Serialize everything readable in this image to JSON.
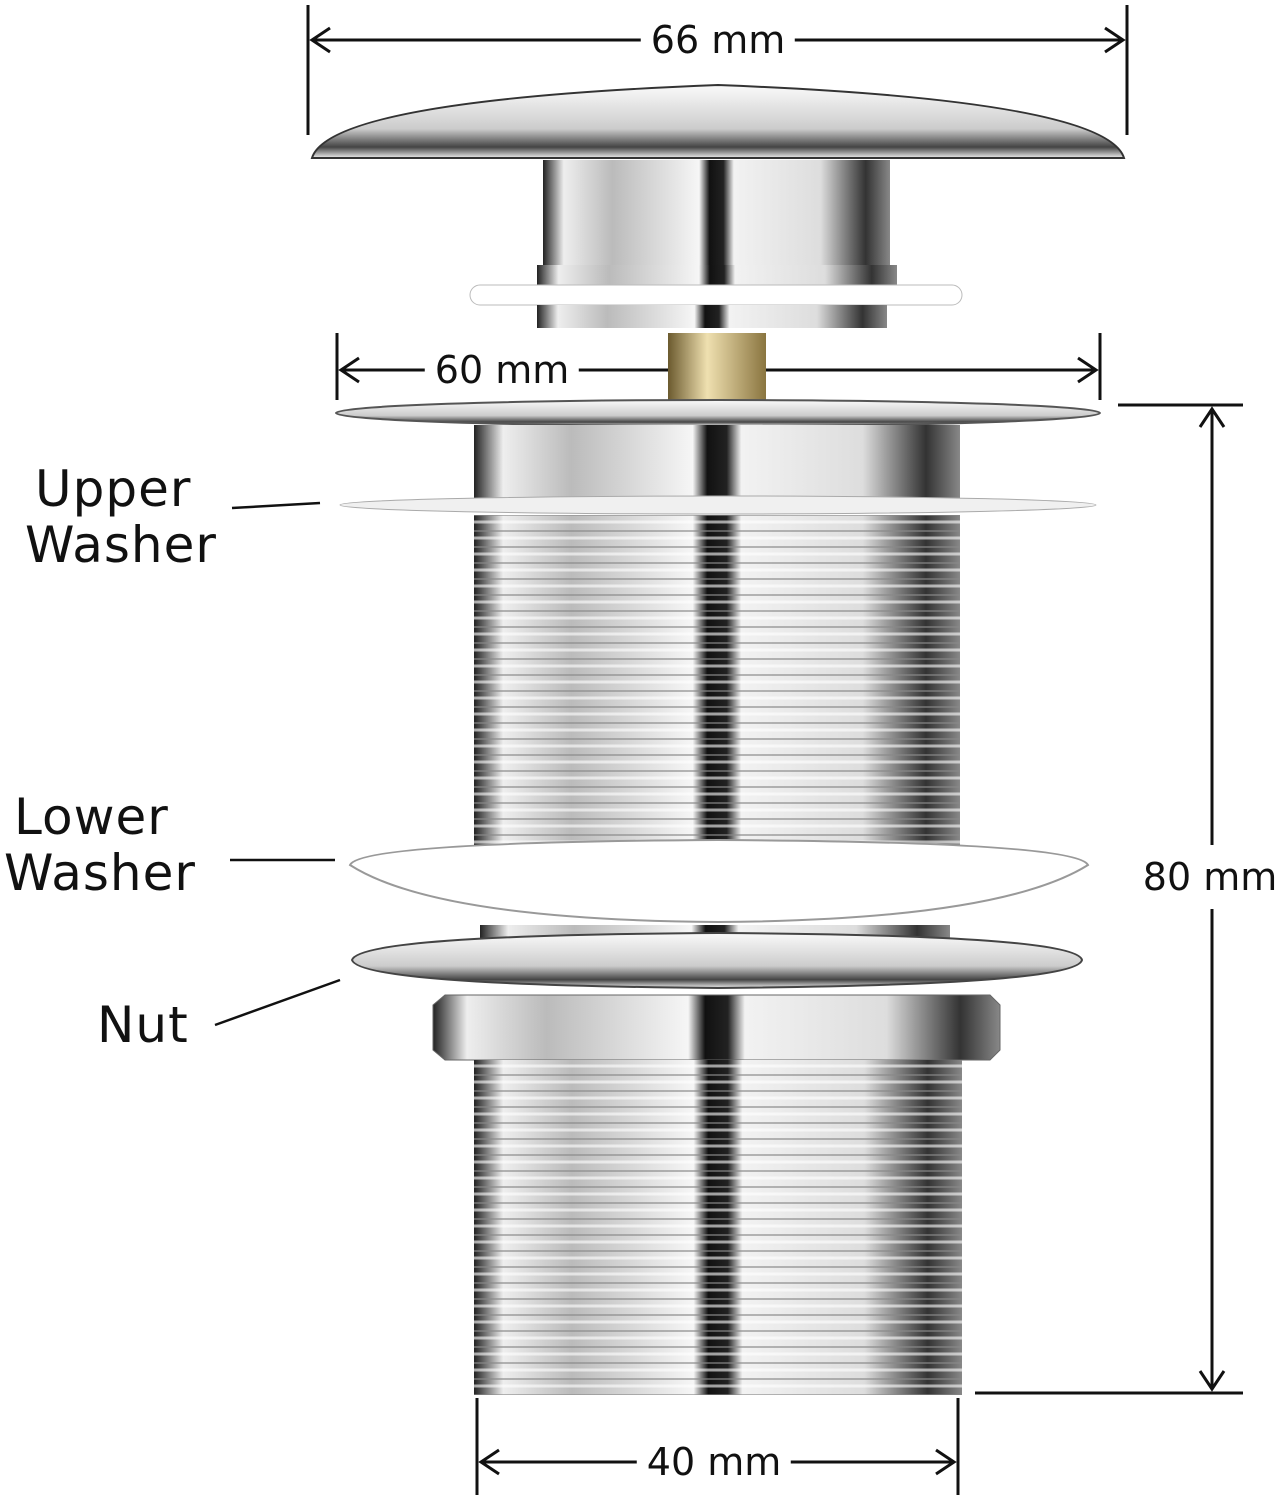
{
  "dimensions": {
    "top_width": "66 mm",
    "flange_width": "60 mm",
    "height": "80 mm",
    "body_width": "40 mm"
  },
  "labels": {
    "upper_washer": [
      "Upper",
      "Washer"
    ],
    "lower_washer": [
      "Lower",
      "Washer"
    ],
    "nut": "Nut"
  },
  "colors": {
    "chrome_dark": "#1a1a1a",
    "chrome_light": "#f4f4f4",
    "brass": "#c9b27a",
    "washer": "#ffffff"
  }
}
